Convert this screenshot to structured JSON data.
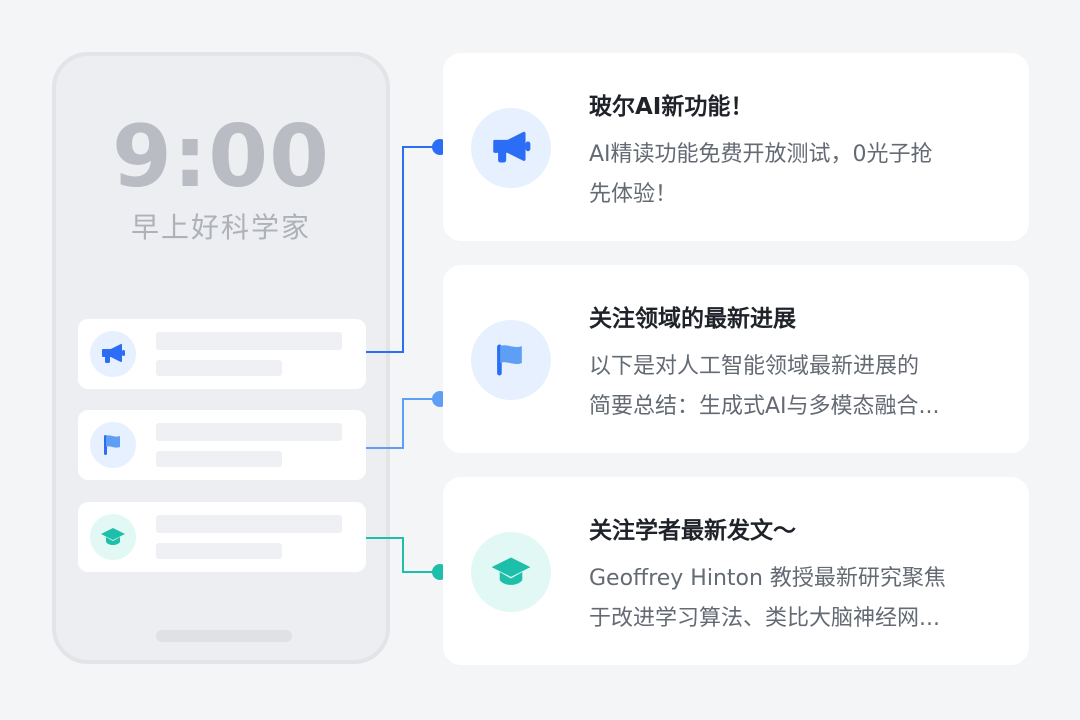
{
  "phone": {
    "time": "9:00",
    "greeting": "早上好科学家",
    "notifications": [
      {
        "icon": "megaphone-icon"
      },
      {
        "icon": "flag-icon"
      },
      {
        "icon": "graduation-cap-icon"
      }
    ]
  },
  "cards": [
    {
      "icon": "megaphone-icon",
      "title": "玻尔AI新功能！",
      "body_line1": "AI精读功能免费开放测试，0光子抢",
      "body_line2": "先体验！"
    },
    {
      "icon": "flag-icon",
      "title": "关注领域的最新进展",
      "body_line1": "以下是对人工智能领域最新进展的",
      "body_line2": "简要总结：生成式AI与多模态融合..."
    },
    {
      "icon": "graduation-cap-icon",
      "title": "关注学者最新发文～",
      "body_line1": "Geoffrey Hinton 教授最新研究聚焦",
      "body_line2": "于改进学习算法、类比大脑神经网..."
    }
  ],
  "colors": {
    "blue_accent": "#2b6ef5",
    "blue_light": "#5e9ff5",
    "teal_accent": "#1dbfaa",
    "icon_bg_blue": "#e6f0ff",
    "icon_bg_teal": "#e2f8f4"
  }
}
